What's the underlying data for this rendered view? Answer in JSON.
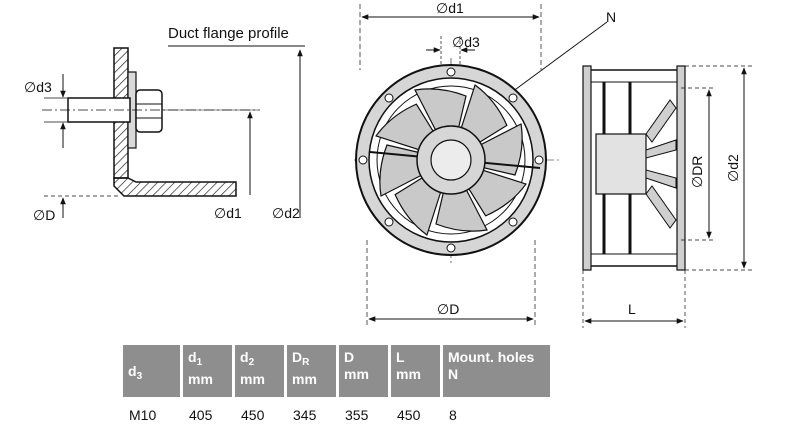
{
  "diagram": {
    "flange_profile_title": "Duct flange profile",
    "labels": {
      "d3_left": "∅d3",
      "D_left": "∅D",
      "d1_left": "∅d1",
      "d2_left": "∅d2",
      "d1_top": "∅d1",
      "d3_top": "∅d3",
      "N": "N",
      "D_bottom": "∅D",
      "DR_side": "∅DR",
      "d2_side": "∅d2",
      "L_side": "L"
    }
  },
  "table": {
    "headers": [
      {
        "symbol": "d",
        "sub": "3",
        "unit": ""
      },
      {
        "symbol": "d",
        "sub": "1",
        "unit": "mm"
      },
      {
        "symbol": "d",
        "sub": "2",
        "unit": "mm"
      },
      {
        "symbol": "D",
        "sub": "R",
        "unit": "mm"
      },
      {
        "symbol": "D",
        "sub": "",
        "unit": "mm"
      },
      {
        "symbol": "L",
        "sub": "",
        "unit": "mm"
      },
      {
        "symbol": "Mount. holes",
        "sub": "",
        "unit": "N"
      }
    ],
    "rows": [
      [
        "M10",
        "405",
        "450",
        "345",
        "355",
        "450",
        "8"
      ]
    ]
  }
}
